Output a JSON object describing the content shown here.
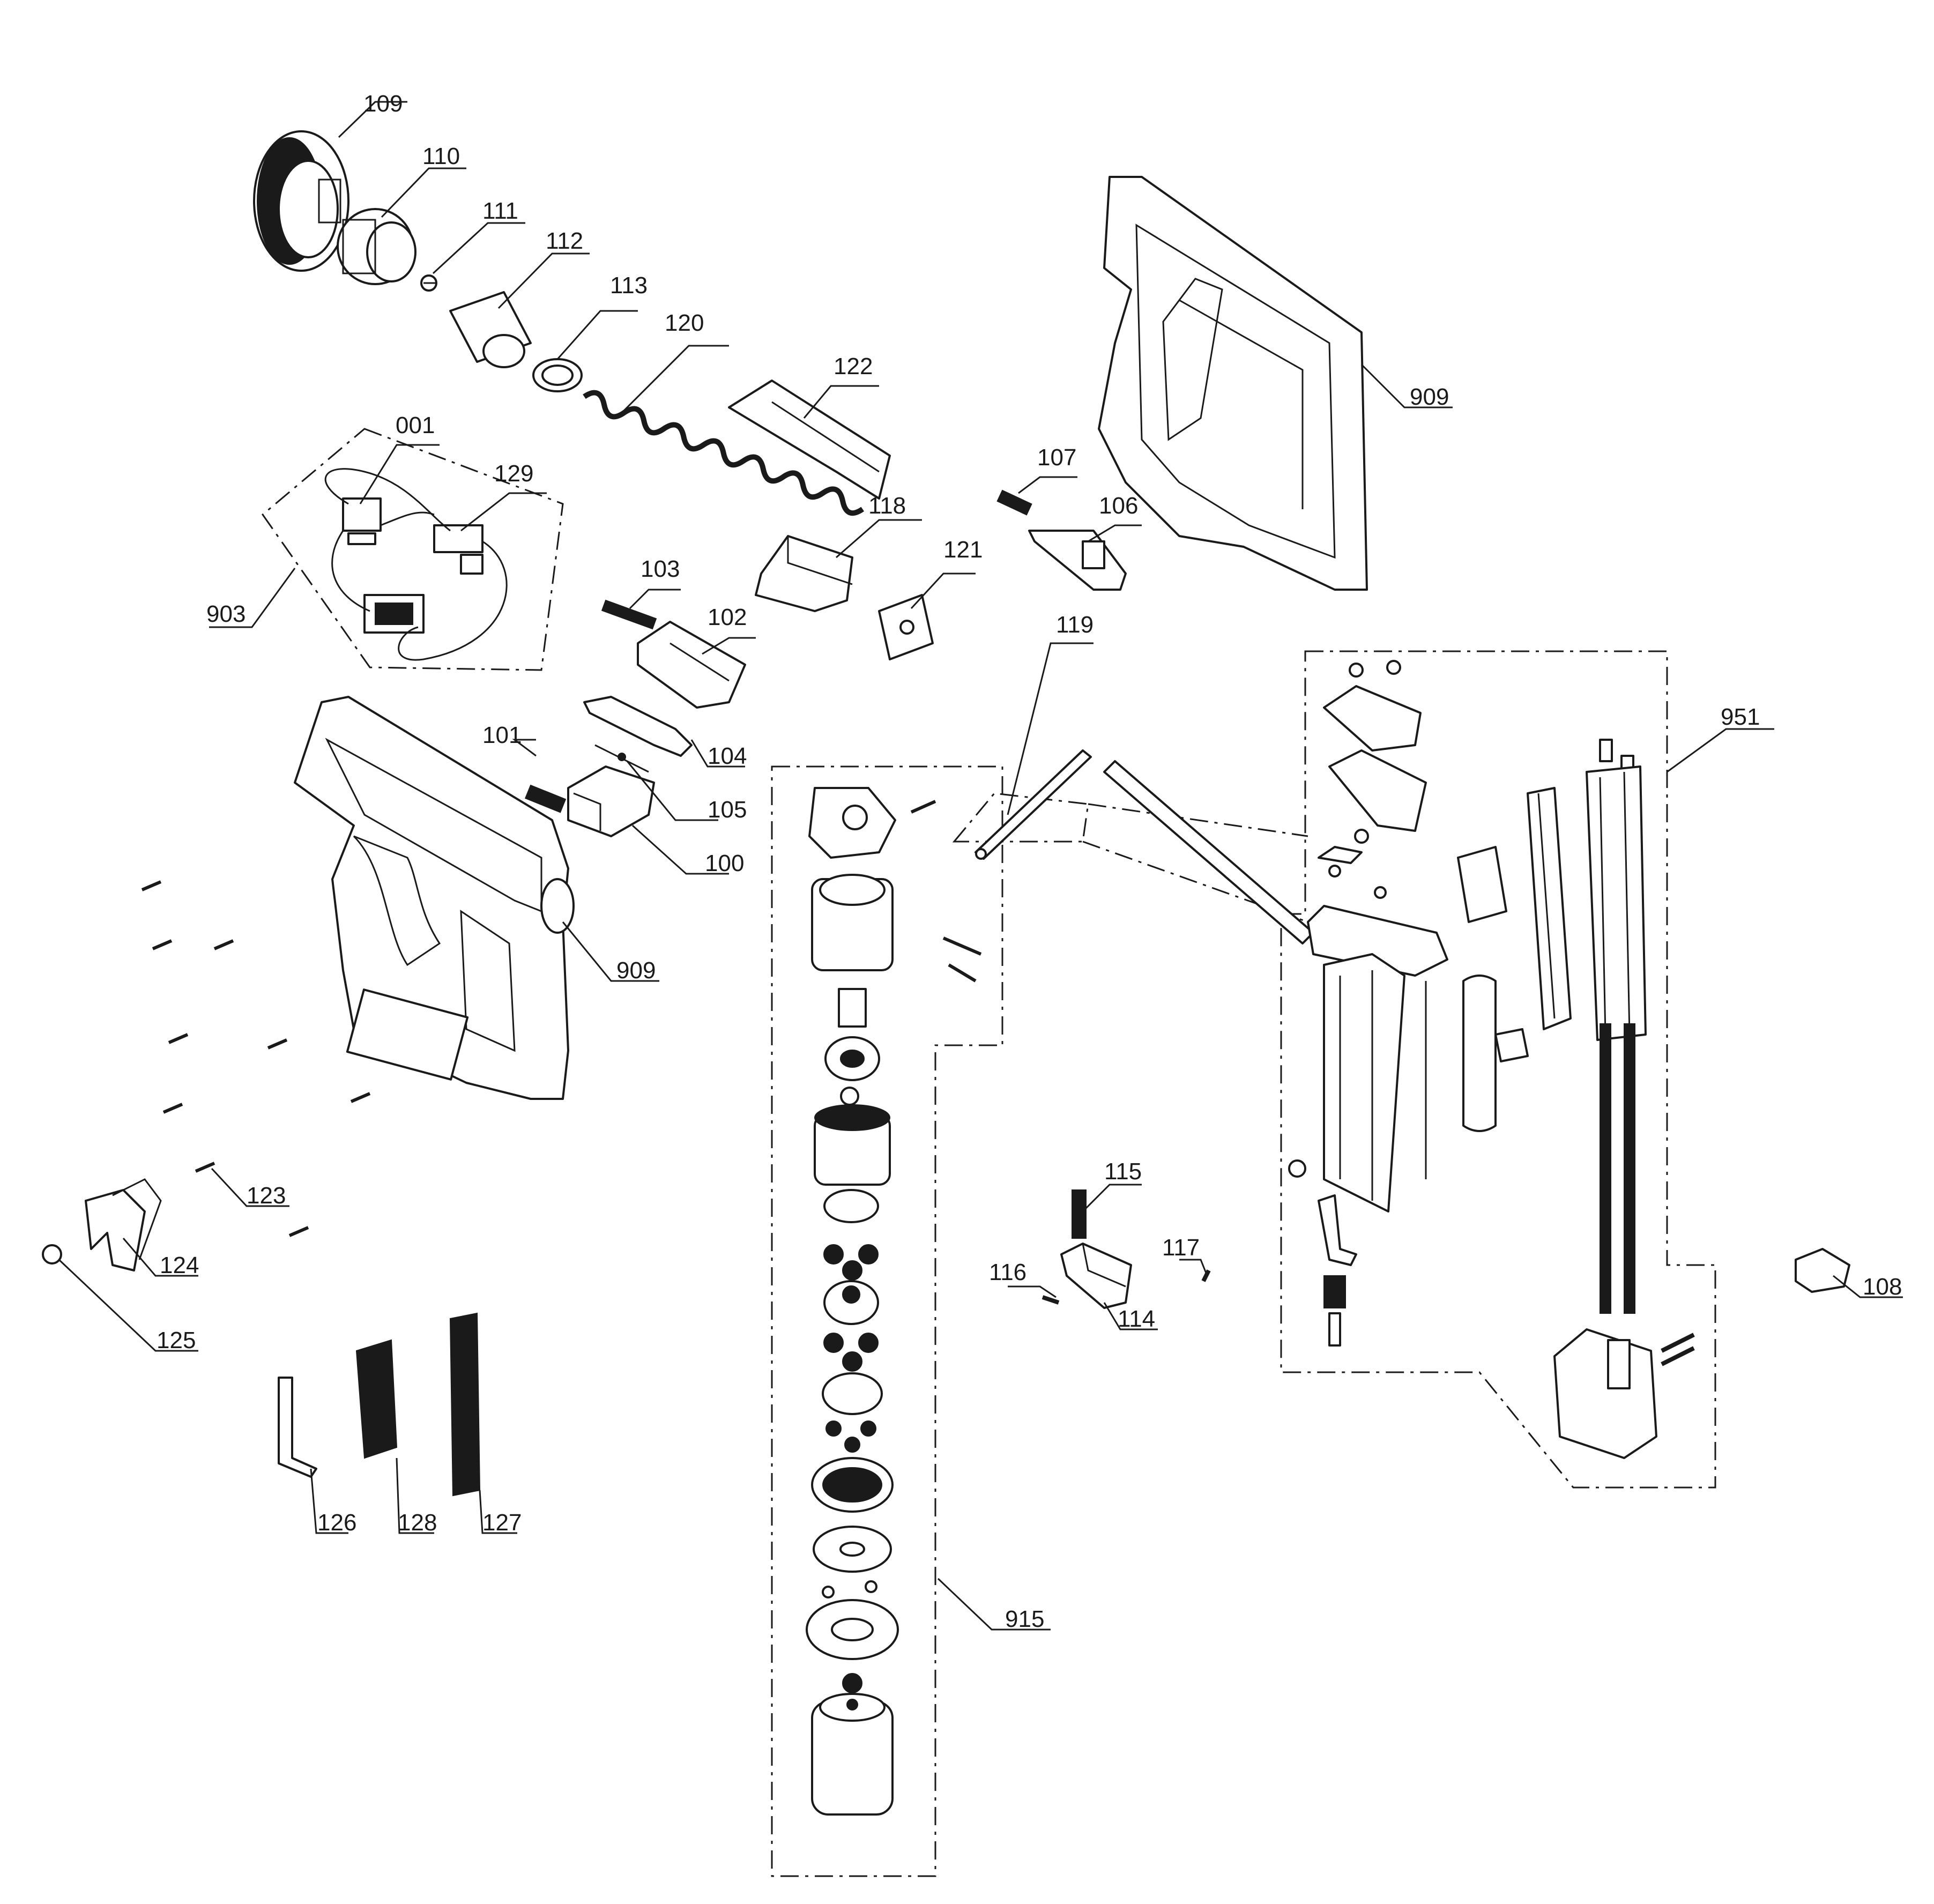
{
  "callouts": {
    "c109": "109",
    "c110": "110",
    "c111": "111",
    "c112": "112",
    "c113": "113",
    "c120": "120",
    "c122": "122",
    "c001": "001",
    "c129": "129",
    "c903": "903",
    "c118": "118",
    "c103": "103",
    "c102": "102",
    "c107": "107",
    "c106": "106",
    "c121": "121",
    "c909a": "909",
    "c909b": "909",
    "c119": "119",
    "c951": "951",
    "c104": "104",
    "c101": "101",
    "c105": "105",
    "c100": "100",
    "c123": "123",
    "c124": "124",
    "c125": "125",
    "c126": "126",
    "c128": "128",
    "c127": "127",
    "c115": "115",
    "c116": "116",
    "c117": "117",
    "c114": "114",
    "c915": "915",
    "c108": "108"
  },
  "colors": {
    "line": "#1a1a1a",
    "background": "#ffffff"
  }
}
